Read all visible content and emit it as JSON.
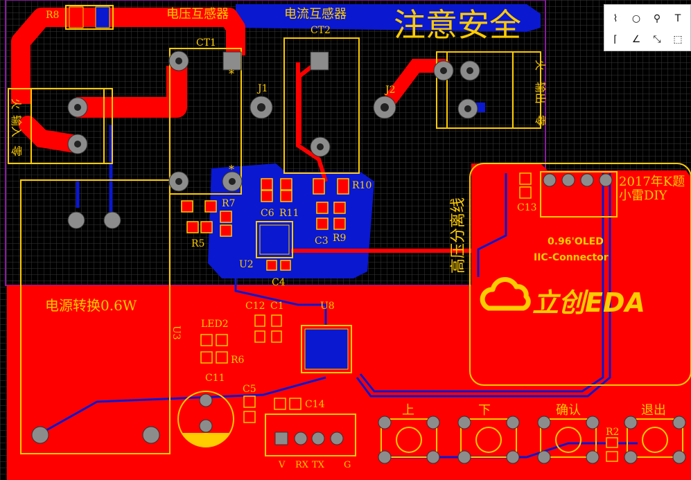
{
  "labels": {
    "title": "注意安全",
    "voltage_transformer": "电压互感器",
    "current_transformer": "电流互感器",
    "high_voltage_separation": "高压分离线",
    "power_conversion": "电源转换0.6W",
    "input_live": "火",
    "input_word": "输入",
    "input_neutral": "零",
    "output_live": "火",
    "output_word": "输出",
    "output_neutral": "零",
    "year_title": "2017年K题",
    "author": "小雷DIY",
    "oled_line1": "0.96'OLED",
    "oled_line2": "IIC-Connector",
    "logo": "立创EDA",
    "btn_up": "上",
    "btn_down": "下",
    "btn_confirm": "确认",
    "btn_exit": "退出",
    "pin_v": "V",
    "pin_rx": "RX",
    "pin_tx": "TX",
    "pin_g": "G",
    "star": "*"
  },
  "designators": {
    "r8": "R8",
    "ct1": "CT1",
    "ct2": "CT2",
    "j1": "J1",
    "j2": "J2",
    "r7": "R7",
    "r5": "R5",
    "c6": "C6",
    "r11": "R11",
    "r10": "R10",
    "c3": "C3",
    "r9": "R9",
    "u2": "U2",
    "c4": "C4",
    "c13": "C13",
    "u3": "U3",
    "c12": "C12",
    "c1": "C1",
    "u8": "U8",
    "led2": "LED2",
    "r6": "R6",
    "c11": "C11",
    "c5": "C5",
    "c14": "C14",
    "r2": "R2"
  },
  "colors": {
    "background": "#000000",
    "top_copper": "#ff0000",
    "bottom_copper": "#0000ff",
    "silkscreen": "#ffcc00",
    "pad": "#8c8c8c",
    "outline": "#8b1aa0"
  },
  "toolbox": {
    "tools": [
      "wire-tool-icon",
      "circle-tool-icon",
      "pin-tool-icon",
      "text-tool-icon",
      "corner-tool-icon",
      "angle-tool-icon",
      "route-tool-icon",
      "rect-select-tool-icon"
    ]
  }
}
